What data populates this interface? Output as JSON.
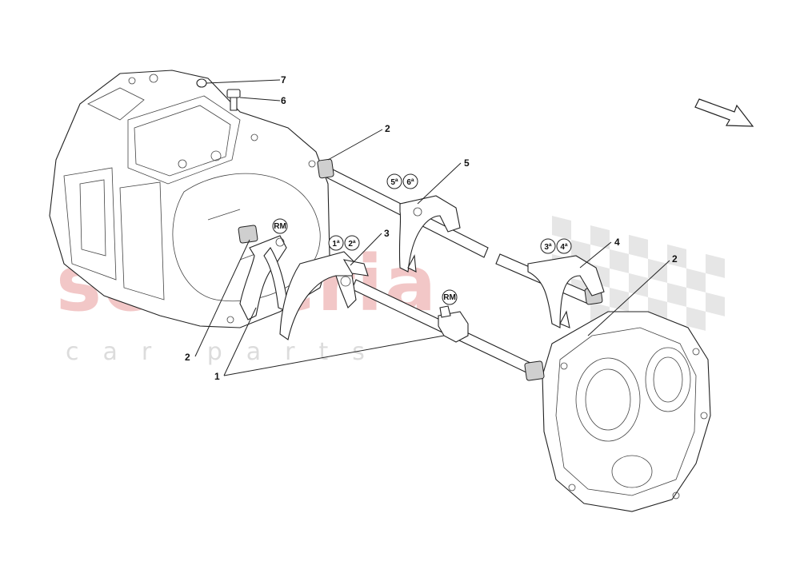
{
  "watermark": {
    "brand": "scuderia",
    "tagline": "car parts"
  },
  "callouts": [
    {
      "id": "7",
      "label": "7"
    },
    {
      "id": "6",
      "label": "6"
    },
    {
      "id": "2a",
      "label": "2"
    },
    {
      "id": "5",
      "label": "5"
    },
    {
      "id": "3",
      "label": "3"
    },
    {
      "id": "4",
      "label": "4"
    },
    {
      "id": "2b",
      "label": "2"
    },
    {
      "id": "2c",
      "label": "2"
    },
    {
      "id": "1",
      "label": "1"
    }
  ],
  "badges": {
    "rm_1": "RM",
    "rm_2": "RM",
    "g1": "1ª",
    "g2": "2ª",
    "g3": "3ª",
    "g4": "4ª",
    "g5": "5ª",
    "g6": "6ª"
  },
  "colors": {
    "line": "#222222",
    "watermark_brand": "#f2c7c7",
    "watermark_tagline": "#dcdcdc",
    "checker": "#e6e6e6"
  },
  "icons": {
    "direction_arrow": "arrow-down-right-icon"
  }
}
